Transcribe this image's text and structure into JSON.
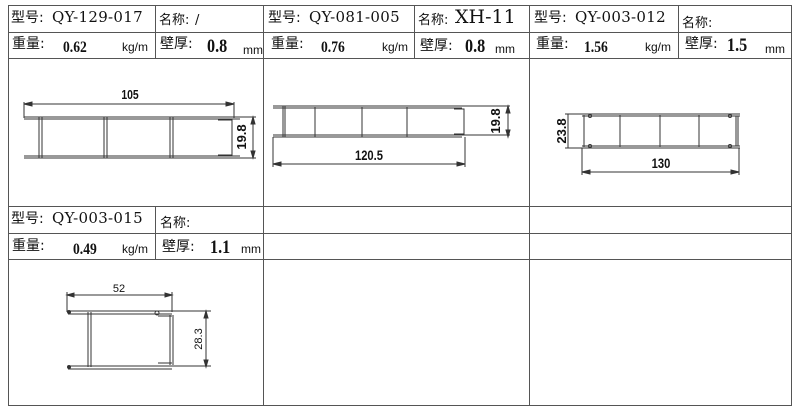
{
  "profiles": [
    {
      "model_label": "型号:",
      "model": "QY-129-017",
      "name_label": "名称:",
      "name": "/",
      "weight_label": "重量:",
      "weight": "0.62",
      "weight_unit": "kg/m",
      "thickness_label": "壁厚:",
      "thickness": "0.8",
      "thickness_unit": "mm",
      "drawing": {
        "width_dim": "105",
        "height_dim": "19.8"
      }
    },
    {
      "model_label": "型号:",
      "model": "QY-081-005",
      "name_label": "名称:",
      "name": "XH-11",
      "weight_label": "重量:",
      "weight": "0.76",
      "weight_unit": "kg/m",
      "thickness_label": "壁厚:",
      "thickness": "0.8",
      "thickness_unit": "mm",
      "drawing": {
        "width_dim": "120.5",
        "height_dim": "19.8"
      }
    },
    {
      "model_label": "型号:",
      "model": "QY-003-012",
      "name_label": "名称:",
      "name": "",
      "weight_label": "重量:",
      "weight": "1.56",
      "weight_unit": "kg/m",
      "thickness_label": "壁厚:",
      "thickness": "1.5",
      "thickness_unit": "mm",
      "drawing": {
        "width_dim": "130",
        "height_dim": "23.8"
      }
    },
    {
      "model_label": "型号:",
      "model": "QY-003-015",
      "name_label": "名称:",
      "name": "",
      "weight_label": "重量:",
      "weight": "0.49",
      "weight_unit": "kg/m",
      "thickness_label": "壁厚:",
      "thickness": "1.1",
      "thickness_unit": "mm",
      "drawing": {
        "width_dim": "52",
        "height_dim": "28.3"
      }
    }
  ],
  "empty_cells": 2
}
